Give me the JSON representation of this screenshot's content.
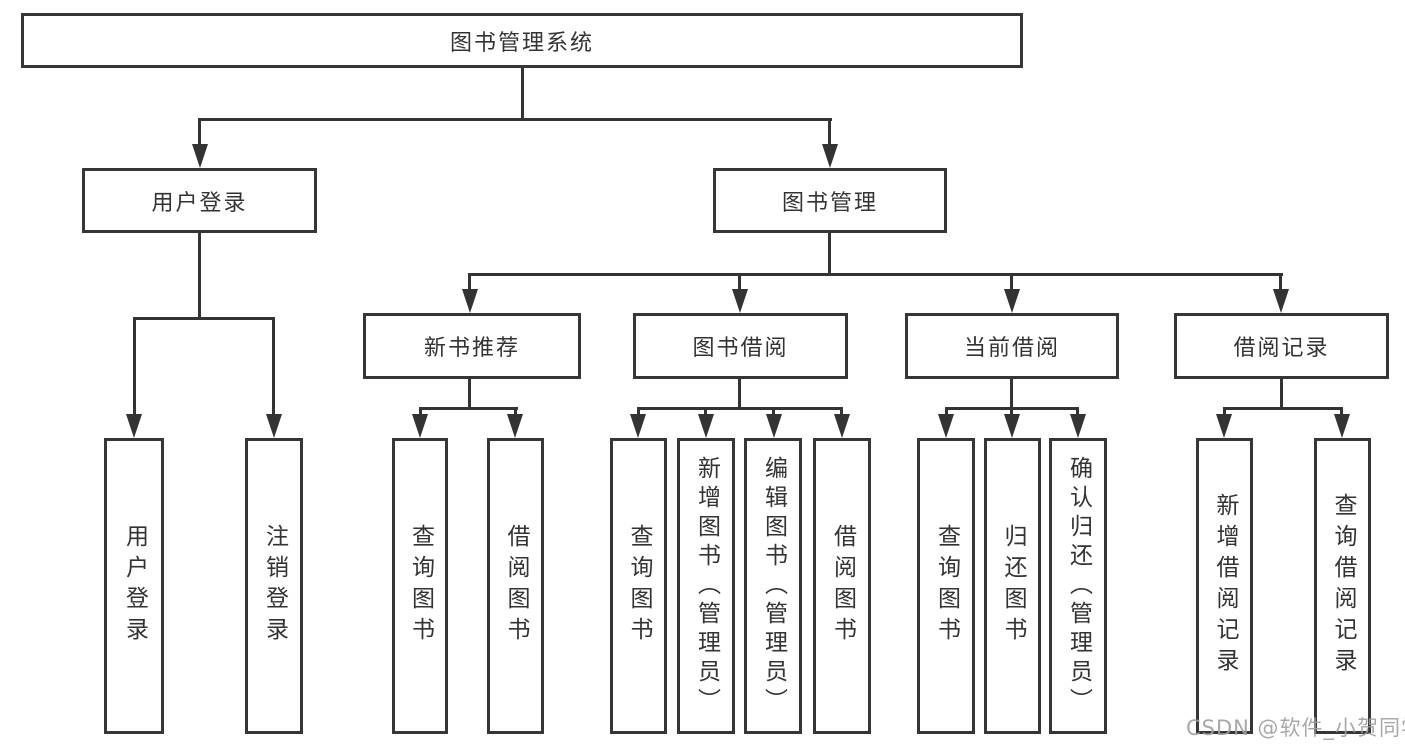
{
  "diagram_type": "hierarchy-tree",
  "colors": {
    "line": "#333333",
    "text": "#333333",
    "background": "#ffffff",
    "watermark": "#9e9e9e"
  },
  "watermark": {
    "text": "CSDN @软件_小贺同学"
  },
  "tree": {
    "label": "图书管理系统",
    "children": [
      {
        "label": "用户登录",
        "children": [
          {
            "label": "用户登录"
          },
          {
            "label": "注销登录"
          }
        ]
      },
      {
        "label": "图书管理",
        "children": [
          {
            "label": "新书推荐",
            "children": [
              {
                "label": "查询图书"
              },
              {
                "label": "借阅图书"
              }
            ]
          },
          {
            "label": "图书借阅",
            "children": [
              {
                "label": "查询图书"
              },
              {
                "label": "新增图书（管理员）"
              },
              {
                "label": "编辑图书（管理员）"
              },
              {
                "label": "借阅图书"
              }
            ]
          },
          {
            "label": "当前借阅",
            "children": [
              {
                "label": "查询图书"
              },
              {
                "label": "归还图书"
              },
              {
                "label": "确认归还（管理员）"
              }
            ]
          },
          {
            "label": "借阅记录",
            "children": [
              {
                "label": "新增借阅记录"
              },
              {
                "label": "查询借阅记录"
              }
            ]
          }
        ]
      }
    ]
  }
}
